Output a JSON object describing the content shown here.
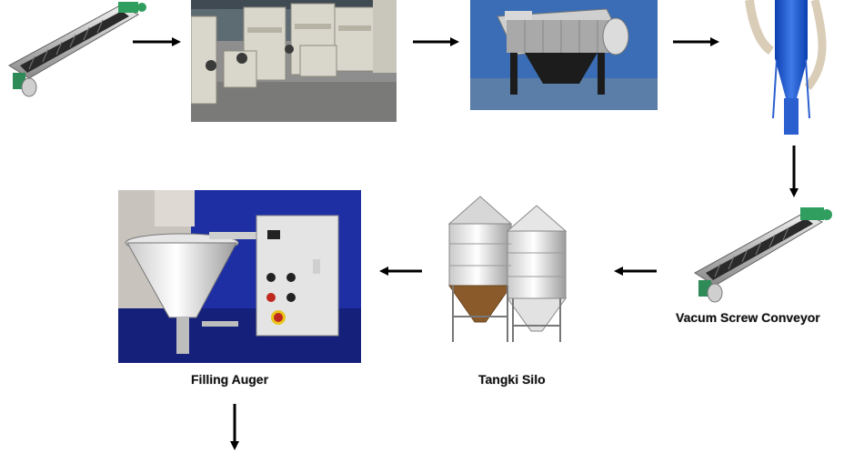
{
  "diagram": {
    "nodes": [
      {
        "id": "screw-conveyor-top",
        "label": "",
        "shape": "screw-conveyor-icon"
      },
      {
        "id": "grinding-mill",
        "label": "",
        "shape": "raymond-mill-icon"
      },
      {
        "id": "rotary-sifter",
        "label": "",
        "shape": "sifter-icon"
      },
      {
        "id": "cyclone-separator",
        "label": "",
        "shape": "cyclone-icon"
      },
      {
        "id": "vacuum-screw-conveyor",
        "label": "Vacum Screw Conveyor",
        "shape": "screw-conveyor-icon"
      },
      {
        "id": "storage-silo",
        "label": "Tangki Silo",
        "shape": "silo-icon"
      },
      {
        "id": "filling-auger",
        "label": "Filling Auger",
        "shape": "filling-machine-icon"
      }
    ],
    "edges": [
      {
        "from": "screw-conveyor-top",
        "to": "grinding-mill",
        "direction": "right"
      },
      {
        "from": "grinding-mill",
        "to": "rotary-sifter",
        "direction": "right"
      },
      {
        "from": "rotary-sifter",
        "to": "cyclone-separator",
        "direction": "right"
      },
      {
        "from": "cyclone-separator",
        "to": "vacuum-screw-conveyor",
        "direction": "down"
      },
      {
        "from": "vacuum-screw-conveyor",
        "to": "storage-silo",
        "direction": "left"
      },
      {
        "from": "storage-silo",
        "to": "filling-auger",
        "direction": "left"
      },
      {
        "from": "filling-auger",
        "to": "",
        "direction": "down"
      }
    ]
  }
}
